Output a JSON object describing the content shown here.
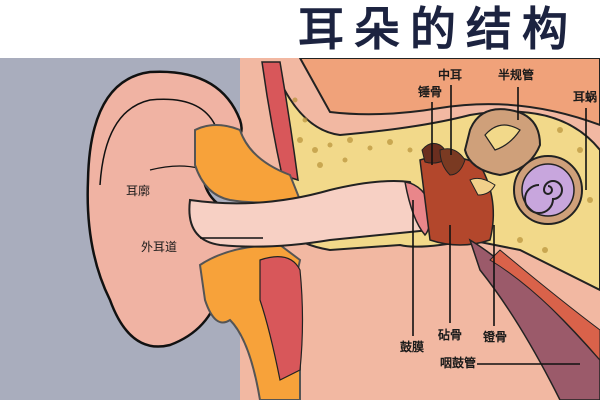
{
  "title": "耳朵的结构",
  "colors": {
    "background_gray": "#a9adbd",
    "skin": "#f0b3a3",
    "skin_light": "#f9d6cc",
    "fat_orange": "#f7a23a",
    "fat_yellow": "#ffc233",
    "bone": "#f2d98a",
    "bone_spots": "#b8923a",
    "muscle": "#d8575a",
    "cochlea": "#c8a6dd",
    "ossicle_brown": "#6b2e1f",
    "canal_tan": "#cfa07a",
    "title_navy": "#1c2340"
  },
  "labels": {
    "zhong_er": "中耳",
    "ban_gui_guan": "半规管",
    "chui_gu": "锤骨",
    "er_wo": "耳蜗",
    "er_kuo": "耳廓",
    "wai_er_dao": "外耳道",
    "gu_mo": "鼓膜",
    "zhen_gu": "砧骨",
    "deng_gu": "镫骨",
    "yan_gu_guan": "咽鼓管"
  }
}
